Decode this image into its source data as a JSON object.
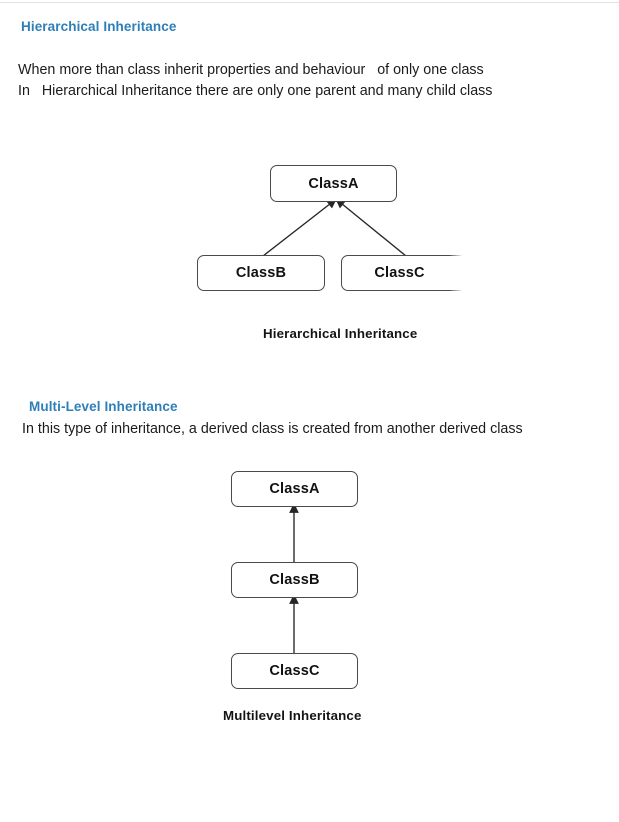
{
  "document": {
    "background_color": "#ffffff",
    "heading_color": "#2e7fb8",
    "body_text_color": "#1b1b1b",
    "node_border_color": "#4a4a4a",
    "edge_color": "#262626"
  },
  "sections": [
    {
      "heading": "Hierarchical Inheritance",
      "paragraph_lines": [
        "When more than class inherit properties and behaviour   of only one class",
        "In   Hierarchical Inheritance there are only one parent and many child class"
      ],
      "diagram": {
        "caption": "Hierarchical Inheritance",
        "nodes": [
          {
            "label": "ClassA",
            "role": "parent"
          },
          {
            "label": "ClassB",
            "role": "child"
          },
          {
            "label": "ClassC",
            "role": "child"
          }
        ],
        "edges": [
          {
            "from": "ClassB",
            "to": "ClassA",
            "arrow": "to-parent"
          },
          {
            "from": "ClassC",
            "to": "ClassA",
            "arrow": "to-parent"
          }
        ]
      }
    },
    {
      "heading": "Multi-Level Inheritance",
      "paragraph_lines": [
        "In this type of inheritance, a derived class is created from another derived class"
      ],
      "diagram": {
        "caption": "Multilevel Inheritance",
        "nodes": [
          {
            "label": "ClassA",
            "role": "base"
          },
          {
            "label": "ClassB",
            "role": "derived"
          },
          {
            "label": "ClassC",
            "role": "derived"
          }
        ],
        "edges": [
          {
            "from": "ClassB",
            "to": "ClassA",
            "arrow": "to-parent"
          },
          {
            "from": "ClassC",
            "to": "ClassB",
            "arrow": "to-parent"
          }
        ]
      }
    }
  ]
}
